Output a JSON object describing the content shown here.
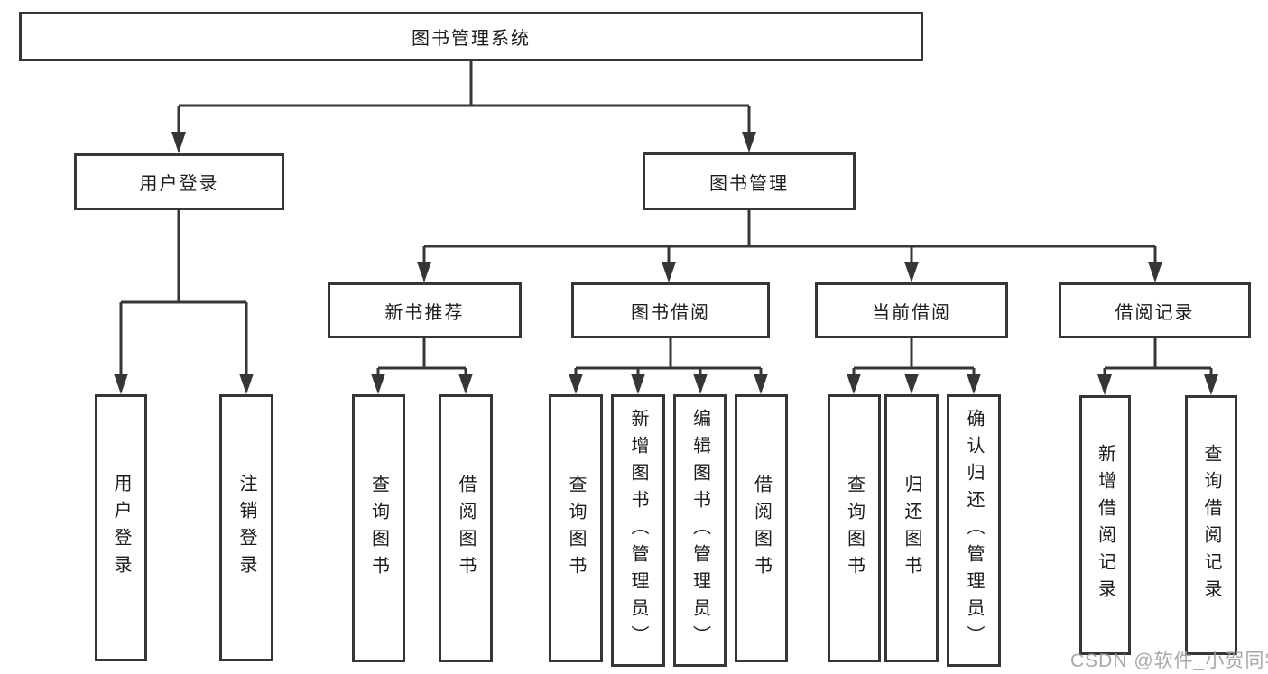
{
  "diagram": {
    "type": "tree",
    "title": "图书管理系统",
    "hierarchy": {
      "图书管理系统": {
        "用户登录": [
          "用户登录",
          "注销登录"
        ],
        "图书管理": {
          "新书推荐": [
            "查询图书",
            "借阅图书"
          ],
          "图书借阅": [
            "查询图书",
            "新增图书（管理员）",
            "编辑图书（管理员）",
            "借阅图书"
          ],
          "当前借阅": [
            "查询图书",
            "归还图书",
            "确认归还（管理员）"
          ],
          "借阅记录": [
            "新增借阅记录",
            "查询借阅记录"
          ]
        }
      }
    }
  },
  "nodes": {
    "root": "图书管理系统",
    "user_login": "用户登录",
    "book_management": "图书管理",
    "new_book_recommendation": "新书推荐",
    "book_borrowing": "图书借阅",
    "current_borrowing": "当前借阅",
    "borrowing_records": "借阅记录",
    "ul_user_login": "用户登录",
    "ul_logout": "注销登录",
    "nbr_query_books": "查询图书",
    "nbr_borrow_books": "借阅图书",
    "bb_query_books": "查询图书",
    "bb_add_books": "新增图书（管理员）",
    "bb_edit_books": "编辑图书（管理员）",
    "bb_borrow_books": "借阅图书",
    "cb_query_books": "查询图书",
    "cb_return_books": "归还图书",
    "cb_confirm_return": "确认归还（管理员）",
    "br_add_record": "新增借阅记录",
    "br_query_record": "查询借阅记录"
  },
  "watermark": "CSDN @软件_小贺同学",
  "colors": {
    "line": "#363636",
    "border": "#363636",
    "text": "#1c1c1c",
    "background": "#ffffff",
    "watermark": "#9e9e9e"
  }
}
